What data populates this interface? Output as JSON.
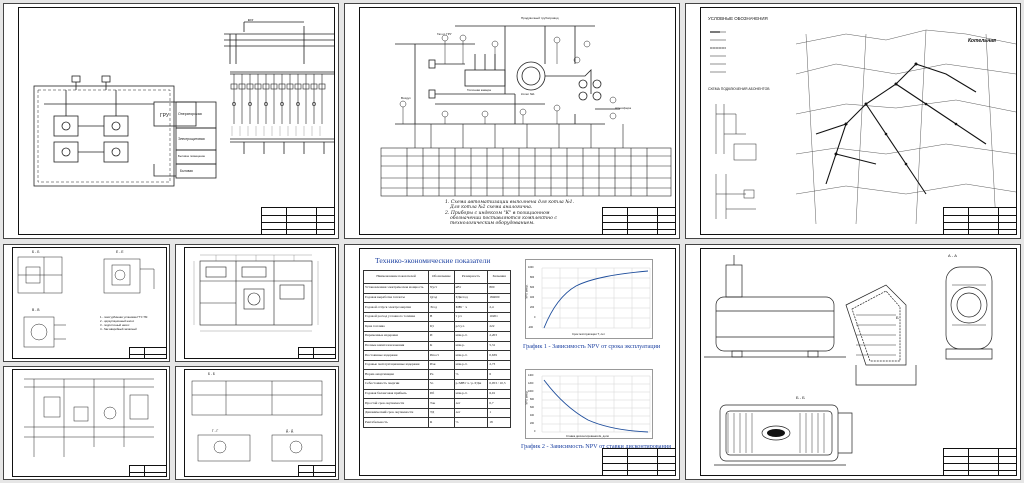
{
  "sheet1": {
    "rooms": [
      "ГРУ",
      "Операторская",
      "Электрощитовая",
      "Бытовое помещение",
      "Бытовая"
    ],
    "note": "ШОУ"
  },
  "sheet2": {
    "labels": [
      "Продувочный трубопровод",
      "Газ от ГРУ",
      "Воздух",
      "Топочная камера",
      "Котел №1",
      "Атмосфера"
    ],
    "notes": [
      "1. Схема автоматизации выполнена для котла №1.",
      "Для котла №2 схема аналогична.",
      "2. Приборы с индексом \"К\" в позиционном",
      "обозначении поставляются комплектно с",
      "технологическим оборудованием."
    ]
  },
  "sheet3": {
    "title": "УСЛОВНЫЕ ОБОЗНАЧЕНИЯ",
    "label": "Котельная",
    "subtitle": "СХЕМА ПОДКЛЮЧЕНИЯ АБОНЕНТОВ"
  },
  "sheet4": {
    "sections": [
      "Б - Б",
      "Е - Е",
      "В - В"
    ],
    "legend": [
      "1 - газотурбинная установка ГТУ-ТМ",
      "2 - циркуляционный насос",
      "3 - подпиточный насос",
      "4 - бак аварийный запасный"
    ]
  },
  "sheet6": {
    "sections": [
      "Б - Б",
      "Г - Г",
      "Д - Д"
    ]
  },
  "sheet7": {
    "title": "Технико-экономические показатели",
    "headers": [
      "Наименование показателей",
      "Обозначение",
      "Размерность",
      "Значения"
    ],
    "rows": [
      [
        "Установленная электрическая мощность",
        "Nуст",
        "кВт",
        "800"
      ],
      [
        "Годовая выработка теплоты",
        "Qгод",
        "ГДж/год",
        "184000"
      ],
      [
        "Годовой отпуск электроэнергии",
        "Эгод",
        "МВт · ч",
        "2,4"
      ],
      [
        "Годовой расход условного топлива",
        "В",
        "т у.т.",
        "10201"
      ],
      [
        "Цена топлива",
        "Цт",
        "р/т.у.т.",
        "222"
      ],
      [
        "Переменные издержки",
        "И",
        "млн.р./г.",
        "2,203"
      ],
      [
        "Полные капиталовложения",
        "К",
        "млн.р.",
        "5,31"
      ],
      [
        "Постоянные издержки",
        "Ипост",
        "млн.р./г.",
        "0,639"
      ],
      [
        "Годовые эксплуатационные издержки",
        "Иэк",
        "млн.р./г.",
        "2,73"
      ],
      [
        "Норма амортизации",
        "Pа",
        "%",
        "6"
      ],
      [
        "Себестоимость энергии",
        "Sэ",
        "р./МВт·ч / р./ГДж",
        "0,053 / 10,5"
      ],
      [
        "Годовая балансовая прибыль",
        "Пб",
        "млн.р./г.",
        "6,01"
      ],
      [
        "Простой срок окупаемости",
        "Ток",
        "лет",
        "0,7"
      ],
      [
        "Динамический срок окупаемости",
        "ТД",
        "лет",
        "1"
      ],
      [
        "Рентабельность",
        "R",
        "%",
        "18"
      ]
    ],
    "chart1_caption": "График 1 - Зависимость NPV от срока эксплуатации",
    "chart2_caption": "График 2 - Зависимость NPV от ставки дисконтирования",
    "chart1_xlabel": "Срок эксплуатации Т, лет",
    "chart2_xlabel": "Ставка дисконтирования Е, доли",
    "ylabel": "NPV, млн.р.",
    "chart1_yticks": [
      "1000",
      "800",
      "600",
      "400",
      "200",
      "0",
      "-200"
    ],
    "chart2_yticks": [
      "1400",
      "1200",
      "1000",
      "800",
      "600",
      "400",
      "200",
      "0"
    ]
  },
  "sheet8": {
    "labels": [
      "Б - Б",
      "Б",
      "А - А"
    ]
  },
  "colors": {
    "background": "#e6e6e6",
    "sheet": "#ffffff",
    "line": "#111111",
    "curve": "#1f4e9c",
    "caption": "#1a3fa0"
  }
}
